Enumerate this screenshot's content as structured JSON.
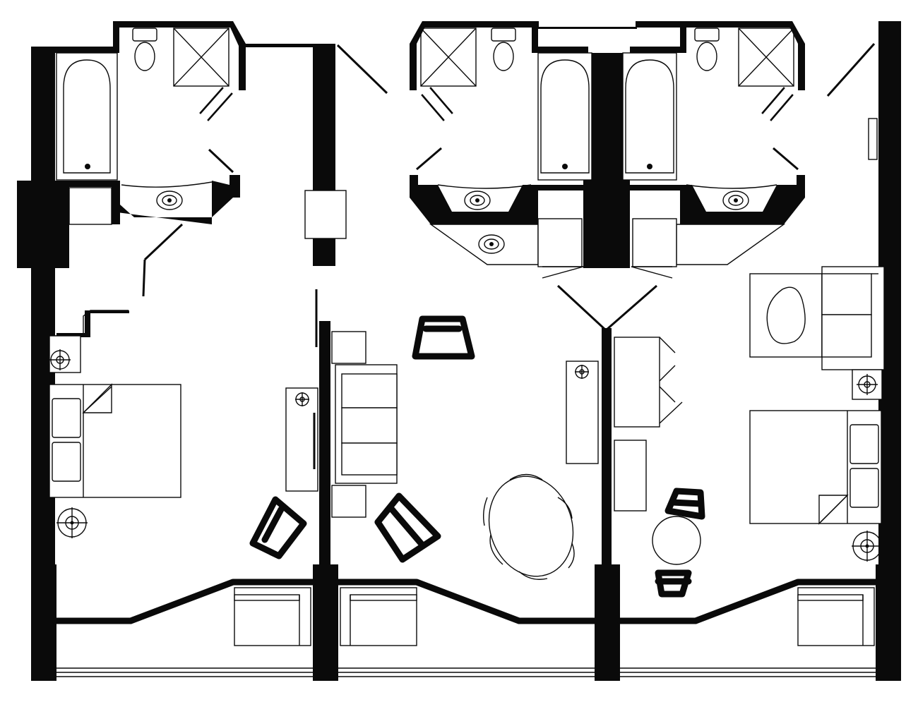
{
  "plan": {
    "wall_color": "#0a0a0a",
    "background_color": "#ffffff",
    "units": [
      {
        "id": "left-bedroom-suite",
        "rooms": [
          "bathroom",
          "bedroom",
          "balcony"
        ]
      },
      {
        "id": "center-living-room",
        "rooms": [
          "bathroom",
          "living-room",
          "balcony"
        ]
      },
      {
        "id": "right-bedroom-suite",
        "rooms": [
          "bathroom",
          "bedroom",
          "balcony"
        ]
      }
    ],
    "icons": [
      "toilet-icon",
      "bathtub-icon",
      "shower-icon",
      "sink-icon",
      "lamp-icon",
      "bed-icon",
      "sofa-icon",
      "armchair-icon",
      "dining-table-icon",
      "lounge-chair-icon",
      "desk-icon",
      "wardrobe-icon"
    ]
  }
}
